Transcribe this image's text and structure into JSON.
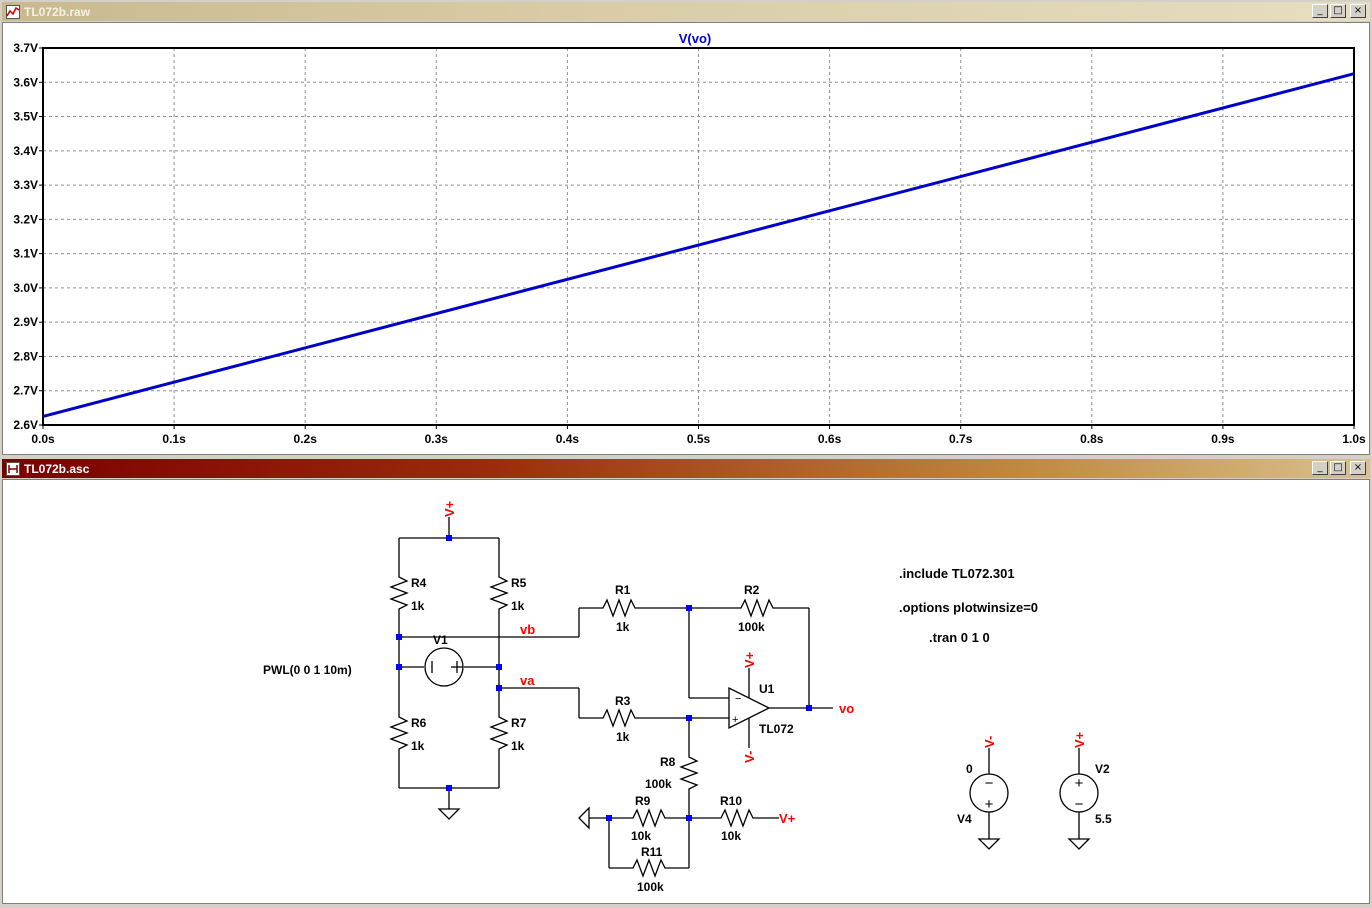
{
  "plot_window": {
    "title": "TL072b.raw",
    "buttons": {
      "minimize": "_",
      "maximize": "□",
      "close": "×"
    }
  },
  "schematic_window": {
    "title": "TL072b.asc",
    "buttons": {
      "minimize": "_",
      "maximize": "□",
      "close": "×"
    }
  },
  "chart_data": {
    "type": "line",
    "title": "V(vo)",
    "xlabel": "",
    "ylabel": "",
    "x_ticks": [
      "0.0s",
      "0.1s",
      "0.2s",
      "0.3s",
      "0.4s",
      "0.5s",
      "0.6s",
      "0.7s",
      "0.8s",
      "0.9s",
      "1.0s"
    ],
    "y_ticks": [
      "2.6V",
      "2.7V",
      "2.8V",
      "2.9V",
      "3.0V",
      "3.1V",
      "3.2V",
      "3.3V",
      "3.4V",
      "3.5V",
      "3.6V",
      "3.7V"
    ],
    "xlim": [
      0.0,
      1.0
    ],
    "ylim": [
      2.6,
      3.7
    ],
    "grid": true,
    "series": [
      {
        "name": "V(vo)",
        "color": "#0000cc",
        "x": [
          0.0,
          1.0
        ],
        "y": [
          2.625,
          3.625
        ]
      }
    ]
  },
  "schematic": {
    "colors": {
      "wire": "#000000",
      "junction": "#0000ff",
      "net_label": "#ff0000",
      "text": "#000000"
    },
    "components": {
      "R1": {
        "name": "R1",
        "value": "1k"
      },
      "R2": {
        "name": "R2",
        "value": "100k"
      },
      "R3": {
        "name": "R3",
        "value": "1k"
      },
      "R4": {
        "name": "R4",
        "value": "1k"
      },
      "R5": {
        "name": "R5",
        "value": "1k"
      },
      "R6": {
        "name": "R6",
        "value": "1k"
      },
      "R7": {
        "name": "R7",
        "value": "1k"
      },
      "R8": {
        "name": "R8",
        "value": "100k"
      },
      "R9": {
        "name": "R9",
        "value": "10k"
      },
      "R10": {
        "name": "R10",
        "value": "10k"
      },
      "R11": {
        "name": "R11",
        "value": "100k"
      },
      "V1": {
        "name": "V1",
        "value": "PWL(0 0 1 10m)"
      },
      "V2": {
        "name": "V2",
        "value": "5.5"
      },
      "V4": {
        "name": "V4",
        "value": "0"
      },
      "U1": {
        "name": "U1",
        "value": "TL072"
      }
    },
    "net_labels": {
      "vplus": "V+",
      "vminus": "V-",
      "vb": "vb",
      "va": "va",
      "vo": "vo",
      "opamp_vplus": "V+",
      "opamp_vminus": "V-"
    },
    "opamp_pins": {
      "minus": "−",
      "plus": "+"
    },
    "source_signs": {
      "plus": "+",
      "minus": "−"
    },
    "directives": [
      ".include TL072.301",
      ".options plotwinsize=0",
      ".tran 0 1 0"
    ]
  }
}
